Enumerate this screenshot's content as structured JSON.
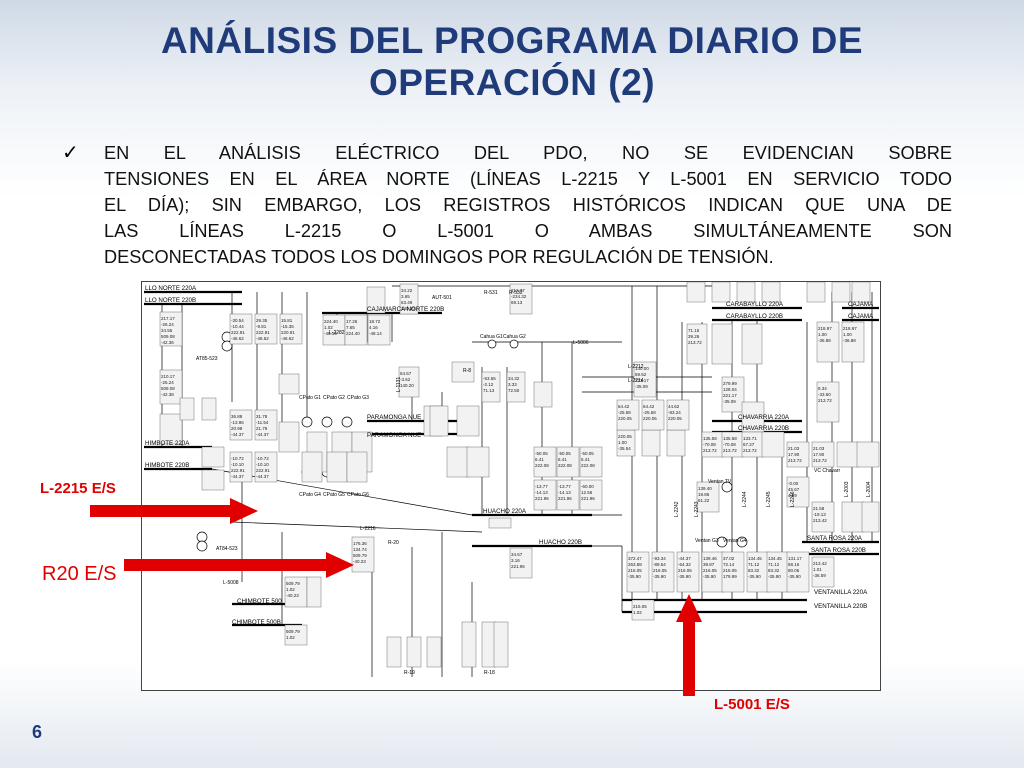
{
  "slide": {
    "title_line1": "ANÁLISIS DEL PROGRAMA DIARIO DE",
    "title_line2": "OPERACIÓN (2)",
    "bullet_lines": [
      "EN EL ANÁLISIS ELÉCTRICO DEL PDO, NO SE EVIDENCIAN SOBRE",
      "TENSIONES EN EL ÁREA NORTE (LÍNEAS L-2215 Y L-5001 EN SERVICIO TODO",
      "EL DÍA); SIN EMBARGO, LOS REGISTROS HISTÓRICOS INDICAN QUE UNA DE",
      "LAS LÍNEAS L-2215 O L-5001 O AMBAS SIMULTÁNEAMENTE SON",
      "DESCONECTADAS TODOS LOS DOMINGOS POR REGULACIÓN DE TENSIÓN."
    ],
    "page_number": "6",
    "accent_color": "#1f3b7a",
    "arrow_color": "#e00000"
  },
  "annotations": {
    "l2215": "L-2215 E/S",
    "r20": "R20 E/S",
    "l5001": "L-5001 E/S"
  },
  "diagram": {
    "buses": {
      "trujillo_220a": "LLO NORTE 220A",
      "trujillo_220b": "LLO NORTE 220B",
      "chimbote_220a": "HIMBOTE 220A",
      "chimbote_220b": "HIMBOTE 220B",
      "cajamarca_norte": "CAJAMARCA NORTE 220B",
      "paramonga_a": "PARAMONGA NUE",
      "paramonga_b": "PARAMONGA NUE",
      "carabayllo_a": "CARABAYLLO 220A",
      "carabayllo_b": "CARABAYLLO 220B",
      "chavarria_a": "CHAVARRIA 220A",
      "chavarria_b": "CHAVARRIA 220B",
      "huacho_a": "HUACHO 220A",
      "huacho_b": "HUACHO 220B",
      "santa_rosa_a": "SANTA ROSA 220A",
      "santa_rosa_b": "SANTA ROSA 220B",
      "ventanilla_a": "VENTANILLA 220A",
      "ventanilla_b": "VENTANILLA 220B",
      "chimbote_500": "CHIMBOTE 500",
      "chimbote_500b": "CHIMBOTE 500B",
      "cajamarca_short": "CAJAMA",
      "cajamarca_short2": "CAJAMA"
    },
    "lines": {
      "l2216": "L-2216",
      "l2215": "L-2215",
      "l5006": "L-5006",
      "l5008": "L-5008",
      "l2212": "L-2212",
      "l2214": "L-2214",
      "l2242": "L-2242",
      "l2243": "L-2243",
      "l2244": "L-2244",
      "l2245": "L-2245",
      "l2246": "L-2246",
      "l2003": "L-2003",
      "l2004": "L-2004",
      "l1131": "L-1131",
      "l2282": "L-2282"
    },
    "devices": {
      "r20": "R-20",
      "r19": "R-19",
      "r18": "R-18",
      "r531": "R-531",
      "r532": "R-532",
      "r8": "R-8",
      "aut501": "AUT-501",
      "at85": "AT85-523",
      "at84": "AT84-523",
      "cpato_top": [
        "CPato G1",
        "CPato G2",
        "CPato G3"
      ],
      "cpato_bot": [
        "CPato G4",
        "CPato G5",
        "CPato G6"
      ],
      "cahua": [
        "Cahua G1",
        "Cahua G2"
      ],
      "ventan_tv": "Ventan TV",
      "ventan_g3": "Ventan G3",
      "ventan_g4": "Ventan G4",
      "vc_chavarr": "VC Chavarr"
    },
    "readings": [
      "22.91\n1.02\n-46.62",
      "-30.54\n-10.44\n20.98\n222.91\n0.06\n-46.62",
      "29.35\n-9.81\n21.79\n222.91\n0.06\n-46.62",
      "15.81\n-15.35\n15.42\n220.91\n0.07\n-46.62",
      "224.40\n1.02\n-48.14",
      "215.17\n1.03\n-35.02",
      "140.00\n69.52\n32.58\n221.17\n0.41\n-35.09",
      "64.42\n-25.58\n38.45\n220.05\n0.18\n-35.54",
      "134.65\n71.12\n83.32\n216.05\n0.41\n-35.90",
      "-34.67\n-12.90\n221.96\n0.14\n-39.66",
      "372.47\n263.88\n0.00\n216.05\n1.13\n-35.90",
      "-20.14\n-8.62\n222.08\n0.11\n-41.42",
      "176.36\n-1.96\n75.36\n134.74\n1.01\n-40.23"
    ]
  }
}
